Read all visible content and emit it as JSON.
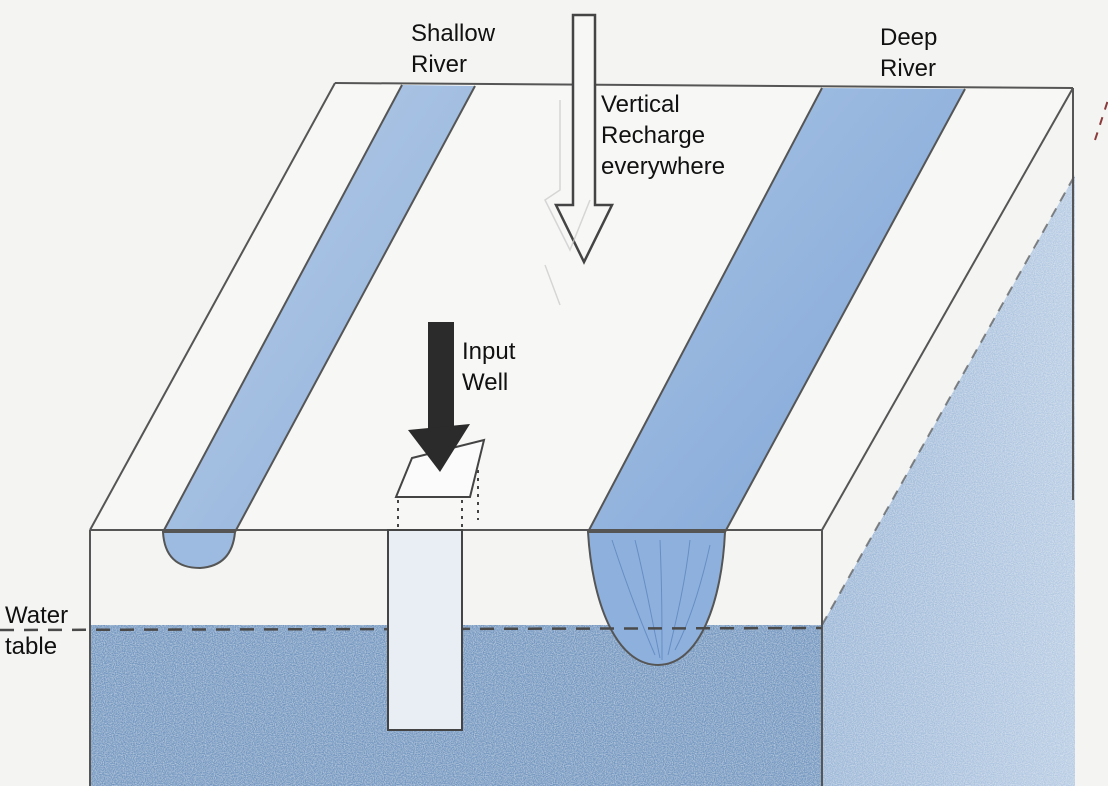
{
  "labels": {
    "shallow_river": [
      "Shallow",
      "River"
    ],
    "deep_river": [
      "Deep",
      "River"
    ],
    "vertical_recharge": [
      "Vertical",
      "Recharge",
      "everywhere"
    ],
    "input_well": [
      "Input",
      "Well"
    ],
    "water_table": [
      "Water",
      "table"
    ]
  },
  "colors": {
    "paper": "#f4f4f2",
    "pencil_line": "#555555",
    "river_fill": "#8fb2dc",
    "river_fill_deep": "#7aa2d4",
    "groundwater": "#6f93bd",
    "groundwater_side": "#7f9fc6",
    "arrow_dark": "#2b2b2b"
  },
  "icons": {
    "recharge_arrow": "down-arrow-outline-icon",
    "well_arrow": "down-arrow-filled-icon"
  }
}
